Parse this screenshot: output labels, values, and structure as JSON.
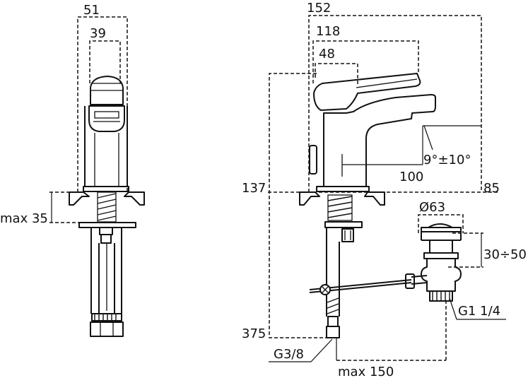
{
  "front_view": {
    "dim_outer_width": "51",
    "dim_handle_width": "39",
    "dim_max_35": "max 35"
  },
  "side_view": {
    "dim_overall_length": "152",
    "dim_handle_length": "118",
    "dim_body_offset": "48",
    "dim_outlet_angle": "9°±10°",
    "dim_spout_reach": "100",
    "dim_outlet_height": "85",
    "dim_overall_height": "137",
    "dim_hose_length": "375",
    "dim_connection_thread": "G3/8",
    "dim_max_150": "max 150"
  },
  "waste": {
    "dim_plug_diameter": "Ø63",
    "dim_adjust_range": "30÷50",
    "dim_waste_thread": "G1 1/4"
  }
}
